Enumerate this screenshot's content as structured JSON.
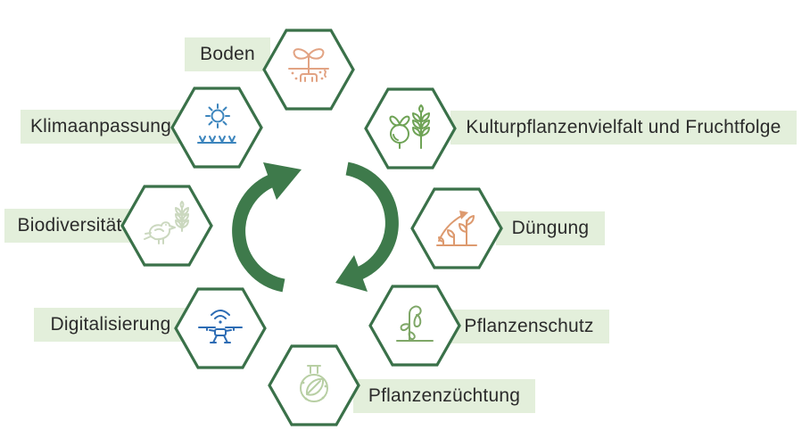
{
  "diagram": {
    "colors": {
      "hexagon_border": "#3a7149",
      "label_background": "#e3efdb",
      "label_text": "#2b2b2b"
    },
    "center": {
      "icon": "cycle-arrows-icon",
      "color": "#3e7a4b"
    },
    "nodes": [
      {
        "label": "Boden",
        "icon": "soil-plant-icon",
        "icon_color": "#e2a383"
      },
      {
        "label": "Kulturpflanzenvielfalt und Fruchtfolge",
        "icon": "crops-rotation-icon",
        "icon_color": "#6fa356"
      },
      {
        "label": "Düngung",
        "icon": "fertilization-growth-icon",
        "icon_color": "#dd9a6f"
      },
      {
        "label": "Pflanzenschutz",
        "icon": "plant-protection-icon",
        "icon_color": "#7fa768"
      },
      {
        "label": "Pflanzenzüchtung",
        "icon": "breeding-flask-icon",
        "icon_color": "#b8cfa4"
      },
      {
        "label": "Digitalisierung",
        "icon": "drone-icon",
        "icon_color": "#2d6cb4"
      },
      {
        "label": "Biodiversität",
        "icon": "bird-wheat-icon",
        "icon_color": "#cbd8bf"
      },
      {
        "label": "Klimaanpassung",
        "icon": "sun-field-icon",
        "icon_color": "#3c85bd"
      }
    ]
  }
}
